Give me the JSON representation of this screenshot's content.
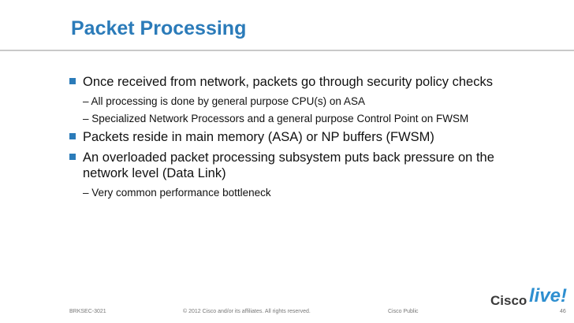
{
  "slide": {
    "title": "Packet Processing",
    "bullets": [
      {
        "text": "Once received from network, packets go through security policy checks",
        "subs": [
          "– All processing is done by general purpose CPU(s) on ASA",
          "– Specialized Network Processors and a general purpose Control Point on FWSM"
        ]
      },
      {
        "text": "Packets reside in main memory (ASA) or NP buffers (FWSM)",
        "subs": []
      },
      {
        "text": "An overloaded packet processing subsystem puts back pressure on the network level (Data Link)",
        "subs": [
          "– Very common performance bottleneck"
        ]
      }
    ]
  },
  "footer": {
    "session_code": "BRKSEC-3021",
    "copyright": "© 2012 Cisco and/or its affiliates. All rights reserved.",
    "classification": "Cisco Public",
    "page_number": "46"
  },
  "logo": {
    "brand": "Cisco",
    "event": "live!"
  },
  "colors": {
    "accent": "#2b7bb9",
    "logo_blue": "#2e8fd0",
    "text": "#111111",
    "footer": "#777777"
  }
}
